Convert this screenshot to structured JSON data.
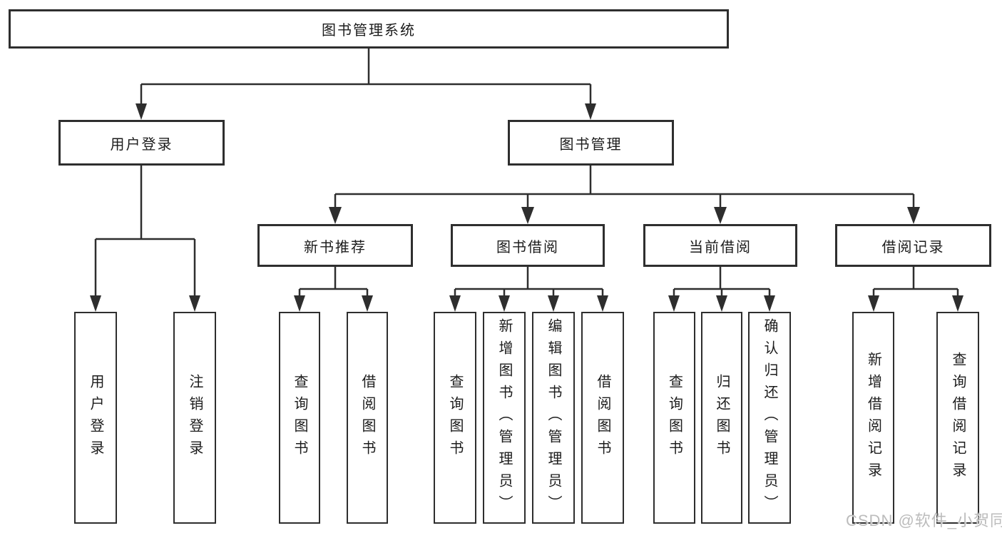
{
  "tree": {
    "label": "图书管理系统",
    "children": [
      {
        "label": "用户登录",
        "children": [
          {
            "label": "用户登录"
          },
          {
            "label": "注销登录"
          }
        ]
      },
      {
        "label": "图书管理",
        "children": [
          {
            "label": "新书推荐",
            "children": [
              {
                "label": "查询图书"
              },
              {
                "label": "借阅图书"
              }
            ]
          },
          {
            "label": "图书借阅",
            "children": [
              {
                "label": "查询图书"
              },
              {
                "label": "新增图书（管理员）"
              },
              {
                "label": "编辑图书（管理员）"
              },
              {
                "label": "借阅图书"
              }
            ]
          },
          {
            "label": "当前借阅",
            "children": [
              {
                "label": "查询图书"
              },
              {
                "label": "归还图书"
              },
              {
                "label": "确认归还（管理员）"
              }
            ]
          },
          {
            "label": "借阅记录",
            "children": [
              {
                "label": "新增借阅记录"
              },
              {
                "label": "查询借阅记录"
              }
            ]
          }
        ]
      }
    ]
  },
  "watermark": {
    "text": "CSDN @软件_小贺同学"
  },
  "colors": {
    "line": "#2e2e2e",
    "box_border": "#2e2e2e",
    "text": "#1c1c1c",
    "watermark": "#bcbcbc",
    "background": "#ffffff"
  }
}
